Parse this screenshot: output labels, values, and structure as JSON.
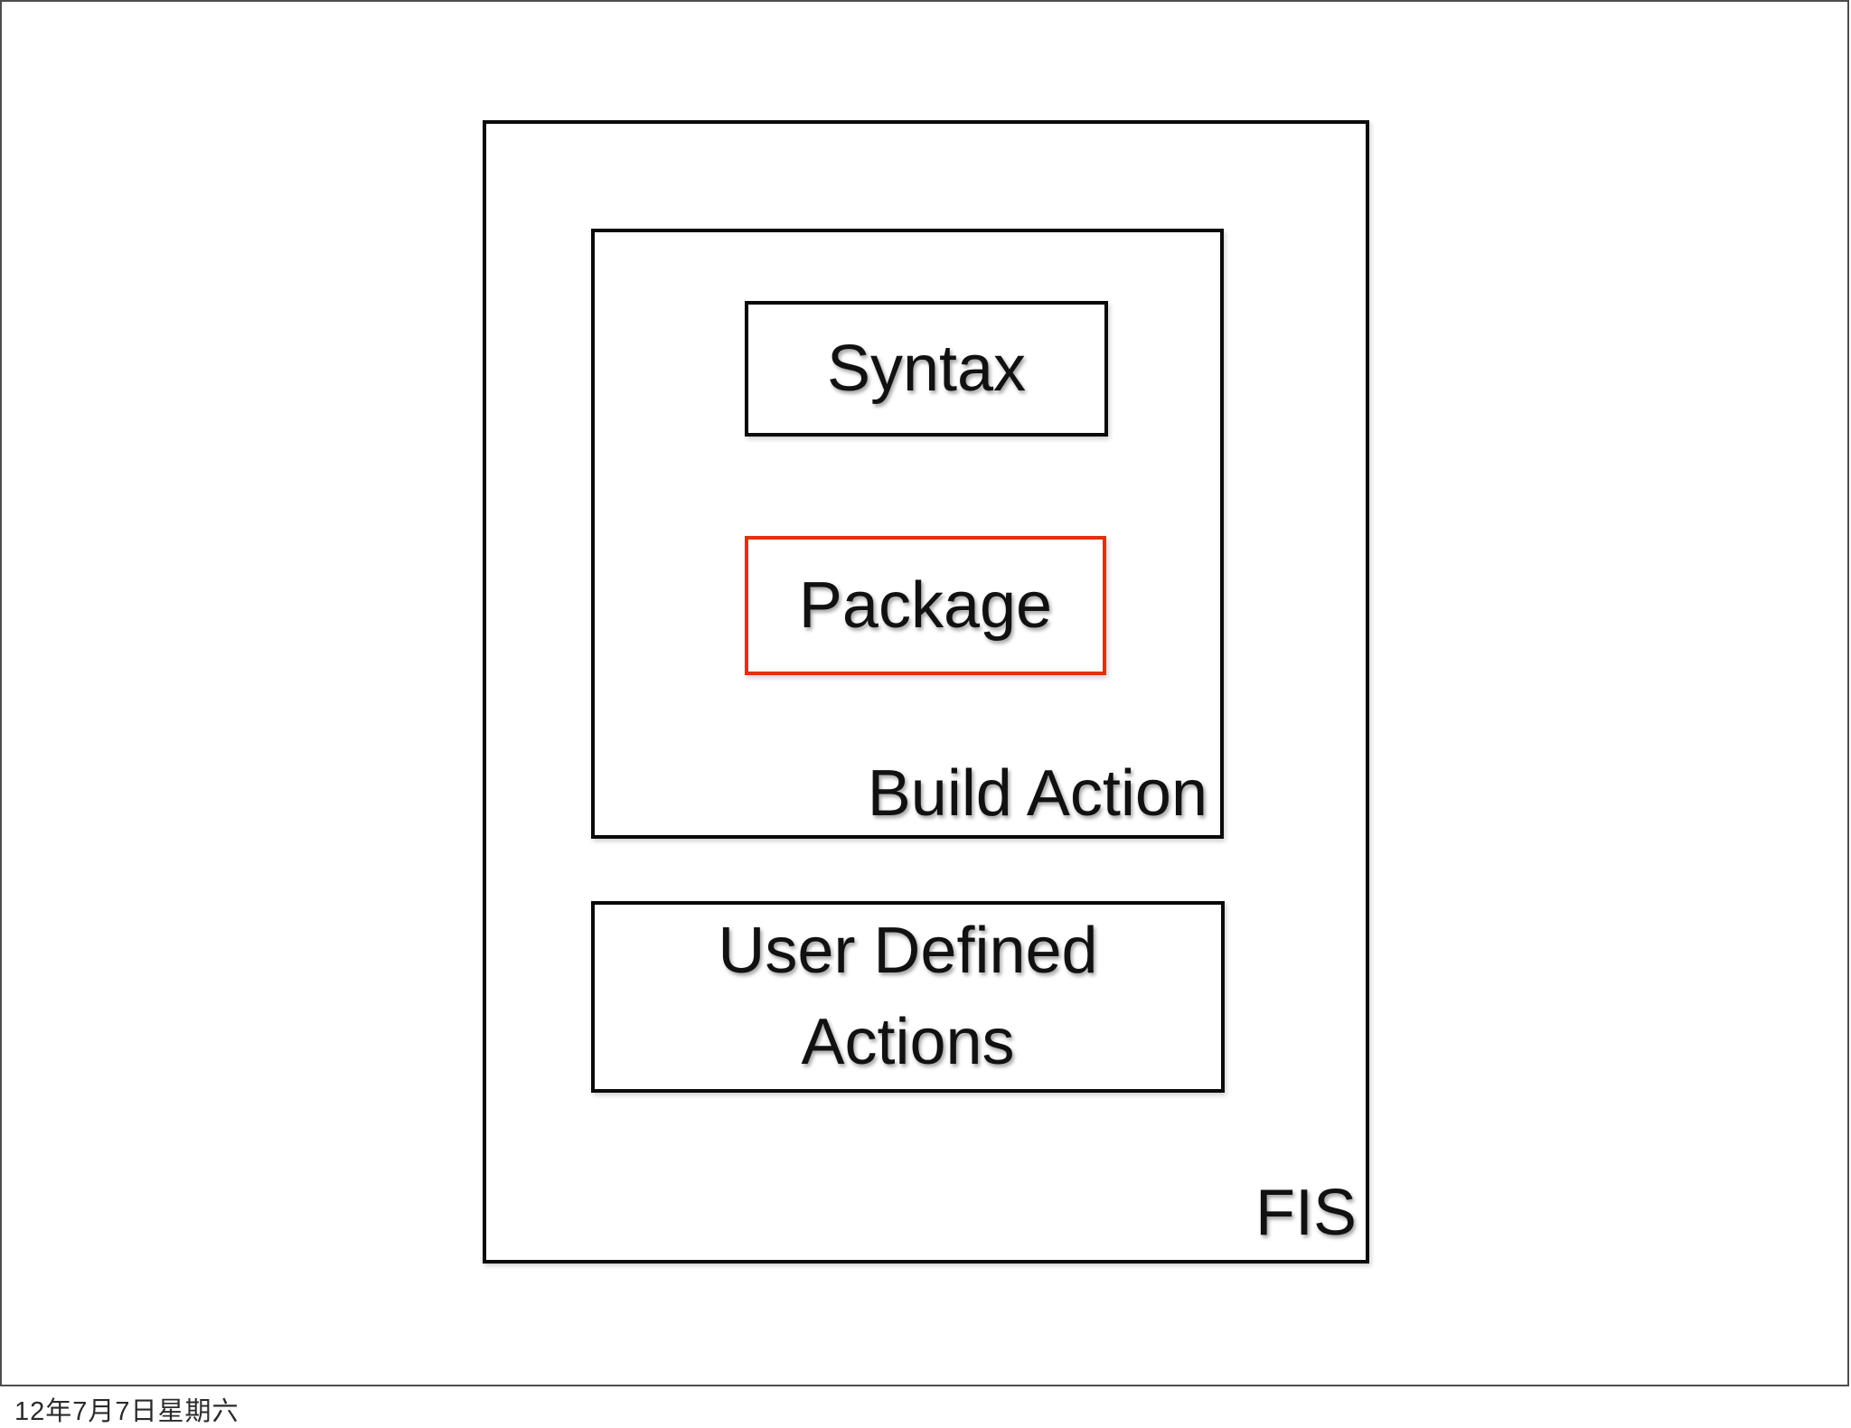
{
  "page": {
    "date_label": "12年7月7日星期六"
  },
  "diagram": {
    "outer_label": "FIS",
    "build_action_label": "Build Action",
    "syntax_label": "Syntax",
    "package_label": "Package",
    "user_defined_label": "User Defined Actions"
  },
  "colors": {
    "accent_red": "#e2300f",
    "frame_gray": "#4d4d4d",
    "box_border": "#0a0a0a",
    "text_color": "#111111"
  }
}
